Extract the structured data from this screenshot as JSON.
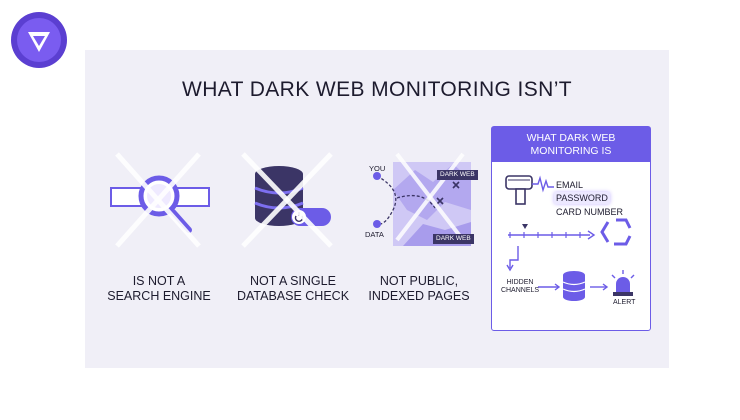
{
  "brand": {
    "logo_icon": "shield-v-logo-icon",
    "logo_color": "#6c4ee0"
  },
  "title": "WHAT DARK WEB MONITORING ISN’T",
  "items": [
    {
      "icon": "search-bar-magnifier-icon",
      "caption_line1": "IS NOT A",
      "caption_line2": "SEARCH ENGINE"
    },
    {
      "icon": "database-toggle-icon",
      "caption_line1": "NOT A SINGLE",
      "caption_line2": "DATABASE CHECK"
    },
    {
      "icon": "dark-web-map-icon",
      "caption_line1": "NOT PUBLIC,",
      "caption_line2": "INDEXED PAGES",
      "map_labels": {
        "you": "YOU",
        "data": "DATA",
        "tag1": "DARK WEB",
        "tag2": "DARK WEB"
      }
    }
  ],
  "is_box": {
    "heading_line1": "WHAT DARK WEB",
    "heading_line2": "MONITORING IS",
    "fields": [
      "EMAIL",
      "PASSWORD",
      "CARD NUMBER"
    ],
    "hidden_channels_line1": "HIDDEN",
    "hidden_channels_line2": "CHANNELS",
    "alert": "ALERT"
  },
  "colors": {
    "accent": "#6c5ce7",
    "dark": "#3b3566",
    "panel": "#f0eff7",
    "cross": "#ffffff"
  }
}
